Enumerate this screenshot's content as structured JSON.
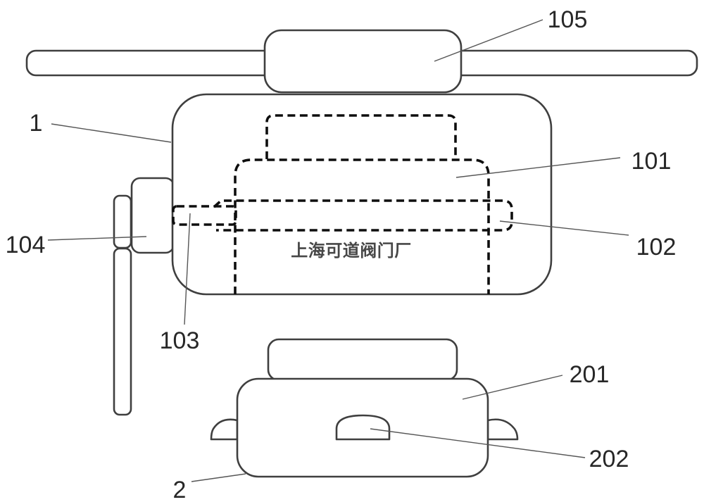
{
  "diagram": {
    "watermark": "上海可道阀门厂",
    "labels": {
      "body": "1",
      "inner_upper": "101",
      "inner_band": "102",
      "inner_port": "103",
      "side_connector": "104",
      "rod_grip": "105",
      "base": "2",
      "base_body": "201",
      "base_arch": "202"
    },
    "colors": {
      "background": "#ffffff",
      "solid_outline": "#3f3f3f",
      "dashed_line": "#0e0e0e",
      "leader_line": "#565656",
      "label_text": "#272727",
      "watermark_text": "#474747"
    }
  }
}
